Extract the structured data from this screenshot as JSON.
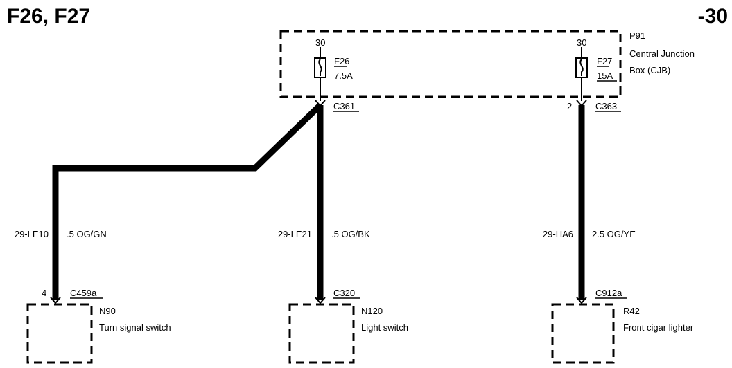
{
  "page": {
    "title": "F26, F27",
    "code": "-30"
  },
  "junction_box": {
    "id": "P91",
    "name_line1": "Central Junction",
    "name_line2": "Box (CJB)"
  },
  "fuses": [
    {
      "name": "F26",
      "rating": "7.5A",
      "supply": "30",
      "connector": "C361",
      "pin": ""
    },
    {
      "name": "F27",
      "rating": "15A",
      "supply": "30",
      "connector": "C363",
      "pin": "2"
    }
  ],
  "wires": [
    {
      "circuit": "29-LE10",
      "spec": ".5 OG/GN"
    },
    {
      "circuit": "29-LE21",
      "spec": ".5 OG/BK"
    },
    {
      "circuit": "29-HA6",
      "spec": "2.5 OG/YE"
    }
  ],
  "components": [
    {
      "connector": "C459a",
      "pin": "4",
      "id": "N90",
      "name": "Turn signal switch"
    },
    {
      "connector": "C320",
      "pin": "",
      "id": "N120",
      "name": "Light switch"
    },
    {
      "connector": "C912a",
      "pin": "",
      "id": "R42",
      "name": "Front cigar lighter"
    }
  ]
}
